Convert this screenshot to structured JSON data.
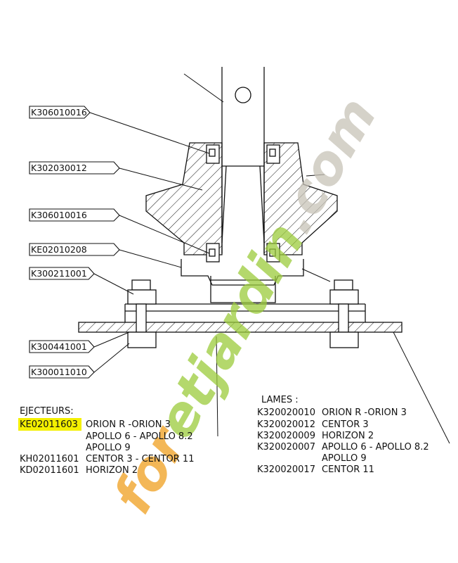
{
  "callouts": [
    "K306010016",
    "K302030012",
    "K306010016",
    "KE02010208",
    "K300211001",
    "K300441001",
    "K300011010"
  ],
  "ejecteurs": {
    "heading": "EJECTEURS:",
    "highlight_color": "#f4f000",
    "rows": [
      {
        "code": "KE02011603",
        "models": "ORION R -ORION 3"
      },
      {
        "code": "",
        "models": "APOLLO 6 - APOLLO 8.2"
      },
      {
        "code": "",
        "models": "APOLLO 9"
      },
      {
        "code": "KH02011601",
        "models": "CENTOR 3 - CENTOR 11"
      },
      {
        "code": "KD02011601",
        "models": "HORIZON 2"
      }
    ]
  },
  "lames": {
    "heading": "LAMES :",
    "rows": [
      {
        "code": "K320020010",
        "models": "ORION R -ORION 3"
      },
      {
        "code": "K320020012",
        "models": "CENTOR 3"
      },
      {
        "code": "K320020009",
        "models": "HORIZON 2"
      },
      {
        "code": "K320020007",
        "models": "APOLLO 6 - APOLLO 8.2"
      },
      {
        "code": "",
        "models": "APOLLO 9"
      },
      {
        "code": "K320020017",
        "models": "CENTOR 11"
      }
    ]
  },
  "watermark": {
    "text_orange": "for",
    "text_green": "etjardin",
    "text_grey": ".com",
    "color_orange": "#f0a020",
    "color_green": "#9ccc3c",
    "color_grey": "#c8c3b8"
  }
}
